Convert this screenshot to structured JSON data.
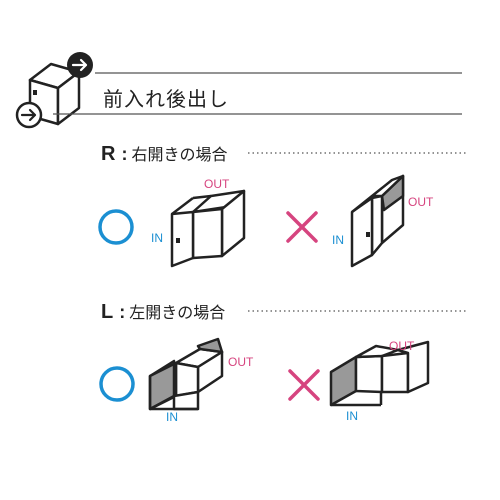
{
  "header": {
    "title": "前入れ後出し",
    "icon": "box-in-out-icon"
  },
  "sections": [
    {
      "letter": "R",
      "colon": ":",
      "text": "右開きの場合",
      "correct": {
        "mark": "circle-mark",
        "in_label": "IN",
        "out_label": "OUT"
      },
      "wrong": {
        "mark": "cross-mark",
        "in_label": "IN",
        "out_label": "OUT"
      }
    },
    {
      "letter": "L",
      "colon": ":",
      "text": "左開きの場合",
      "correct": {
        "mark": "circle-mark",
        "in_label": "IN",
        "out_label": "OUT"
      },
      "wrong": {
        "mark": "cross-mark",
        "in_label": "IN",
        "out_label": "OUT"
      }
    }
  ],
  "colors": {
    "line": "#222222",
    "correct": "#1b8fd2",
    "wrong": "#d6447f",
    "shade": "#999999",
    "divider": "#555555"
  }
}
